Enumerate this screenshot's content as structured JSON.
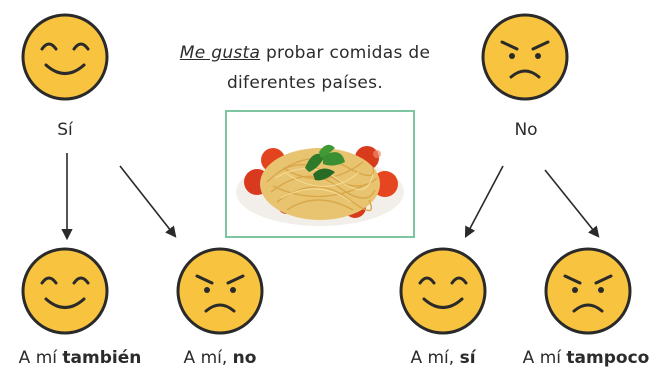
{
  "statement": {
    "phrase": "Me gusta",
    "rest": " probar comidas de diferentes países."
  },
  "top_left": {
    "face": "happy-face-icon",
    "label": "Sí"
  },
  "top_right": {
    "face": "angry-face-icon",
    "label": "No"
  },
  "image": {
    "subject": "spaghetti-with-tomatoes-and-basil"
  },
  "responses": [
    {
      "face": "happy-face-icon",
      "prefix": "A mí ",
      "bold": "también"
    },
    {
      "face": "angry-face-icon",
      "prefix": "A mí, ",
      "bold": "no"
    },
    {
      "face": "happy-face-icon",
      "prefix": "A mí, ",
      "bold": "sí"
    },
    {
      "face": "angry-face-icon",
      "prefix": "A mí ",
      "bold": "tampoco"
    }
  ],
  "colors": {
    "face_fill": "#f8c440",
    "face_stroke": "#2a2a2a",
    "frame": "#7fc4a0"
  }
}
